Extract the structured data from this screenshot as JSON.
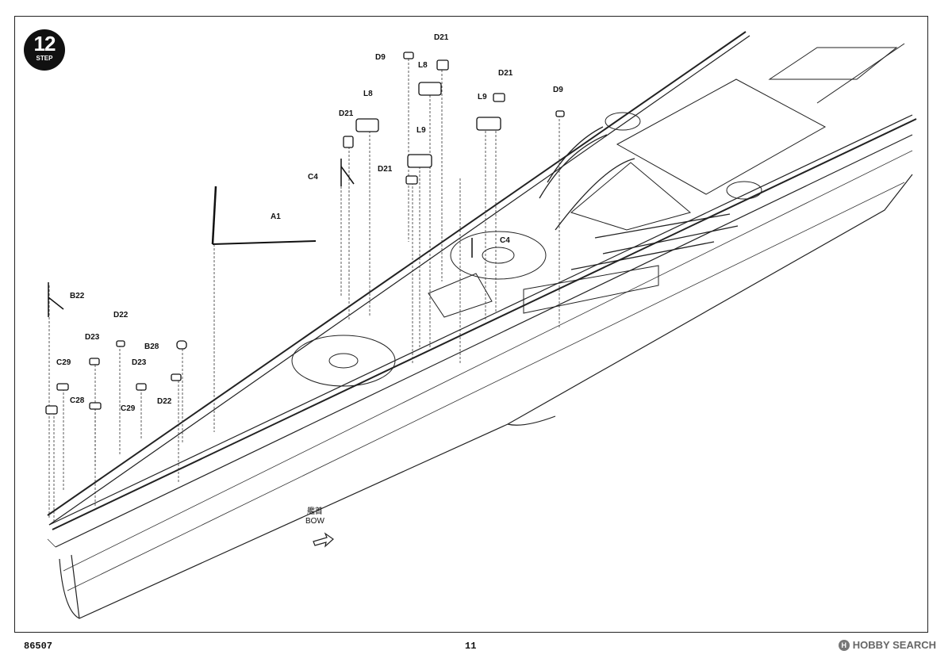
{
  "step": {
    "number": "12",
    "word": "STEP"
  },
  "footer": {
    "kit_number": "86507",
    "page_number": "11"
  },
  "watermark": {
    "logo_letter": "H",
    "text": "HOBBY SEARCH"
  },
  "bow": {
    "jp": "艦首",
    "en": "BOW"
  },
  "parts": [
    {
      "id": "d9a",
      "label": "D9"
    },
    {
      "id": "d21a",
      "label": "D21"
    },
    {
      "id": "l8a",
      "label": "L8"
    },
    {
      "id": "d21b",
      "label": "D21"
    },
    {
      "id": "l9a",
      "label": "L9"
    },
    {
      "id": "d9b",
      "label": "D9"
    },
    {
      "id": "l8b",
      "label": "L8"
    },
    {
      "id": "d21c",
      "label": "D21"
    },
    {
      "id": "l9b",
      "label": "L9"
    },
    {
      "id": "c4a",
      "label": "C4"
    },
    {
      "id": "d21d",
      "label": "D21"
    },
    {
      "id": "a1",
      "label": "A1"
    },
    {
      "id": "c4b",
      "label": "C4"
    },
    {
      "id": "b22",
      "label": "B22"
    },
    {
      "id": "d22a",
      "label": "D22"
    },
    {
      "id": "d23a",
      "label": "D23"
    },
    {
      "id": "b28",
      "label": "B28"
    },
    {
      "id": "c29a",
      "label": "C29"
    },
    {
      "id": "d23b",
      "label": "D23"
    },
    {
      "id": "c28",
      "label": "C28"
    },
    {
      "id": "c29b",
      "label": "C29"
    },
    {
      "id": "d22b",
      "label": "D22"
    }
  ]
}
